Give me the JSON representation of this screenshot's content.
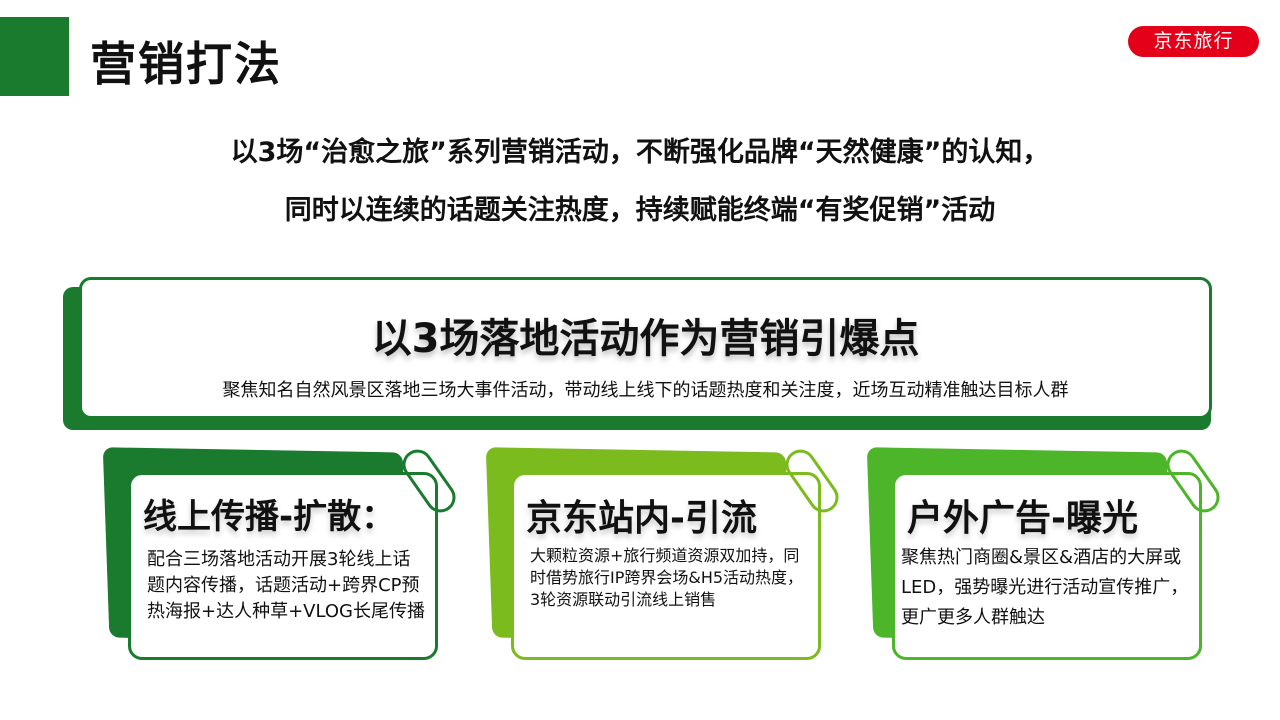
{
  "header": {
    "title": "营销打法",
    "logo_text": "京东旅行"
  },
  "subtitle": [
    "以3场“治愈之旅”系列营销活动，不断强化品牌“天然健康”的认知，",
    "同时以连续的话题关注热度，持续赋能终端“有奖促销”活动"
  ],
  "highlight": {
    "title": "以3场落地活动作为营销引爆点",
    "desc": "聚焦知名自然风景区落地三场大事件活动，带动线上线下的话题热度和关注度，近场互动精准触达目标人群"
  },
  "cards": [
    {
      "title": "线上传播-扩散：",
      "text": "配合三场落地活动开展3轮线上话题内容传播，话题活动+跨界CP预热海报+达人种草+VLOG长尾传播",
      "color": "#1a7a2e"
    },
    {
      "title": "京东站内-引流",
      "text": "大颗粒资源+旅行频道资源双加持，同时借势旅行IP跨界会场&H5活动热度，3轮资源联动引流线上销售",
      "color": "#7cbb1e"
    },
    {
      "title": "户外广告-曝光",
      "text": "聚焦热门商圈&景区&酒店的大屏或LED，强势曝光进行活动宣传推广，更广更多人群触达",
      "color": "#4cb52a"
    }
  ]
}
